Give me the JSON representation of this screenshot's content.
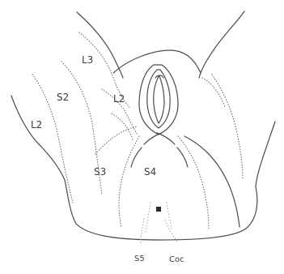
{
  "labels": {
    "l3": "L3",
    "s2": "S2",
    "l2_inner": "L2",
    "l2_outer": "L2",
    "s3": "S3",
    "s4": "S4",
    "s5": "S5",
    "coc": "Coc"
  }
}
